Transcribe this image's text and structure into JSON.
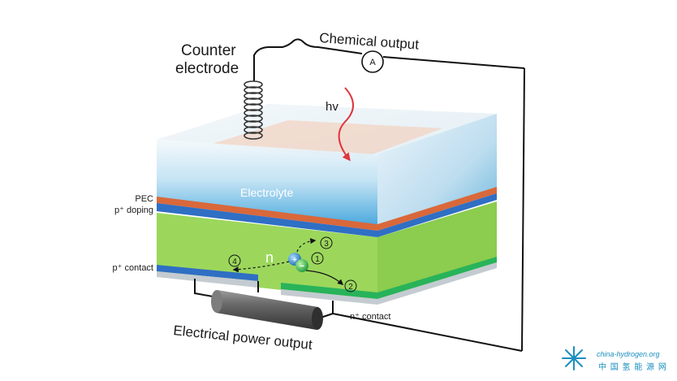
{
  "labels": {
    "counter_electrode_line1": "Counter",
    "counter_electrode_line2": "electrode",
    "chemical_output": "Chemical output",
    "ammeter": "A",
    "hv": "hv",
    "electrolyte": "Electrolyte",
    "pec": "PEC",
    "p_doping": "p⁺ doping",
    "p_contact": "p⁺ contact",
    "n_region": "n",
    "n_contact": "n⁺ contact",
    "electrical_power_output": "Electrical power output"
  },
  "charge_labels": {
    "hole": "+",
    "electron": "−"
  },
  "paths": {
    "p1": "1",
    "p2": "2",
    "p3": "3",
    "p4": "4"
  },
  "watermark": {
    "url": "china-hydrogen.org",
    "chinese": "中 国 氢 能 源 网"
  },
  "colors": {
    "electrolyte_top": "#e9f3f8",
    "electrolyte_blue": "#3aa0d8",
    "orange_layer": "#d9683a",
    "blue_layer": "#2f6fc4",
    "green_body": "#9ad55a",
    "green_contact": "#28b35a",
    "gray_contact": "#bfc6cc",
    "hv_arrow": "#e0353c",
    "wire": "#111111"
  }
}
